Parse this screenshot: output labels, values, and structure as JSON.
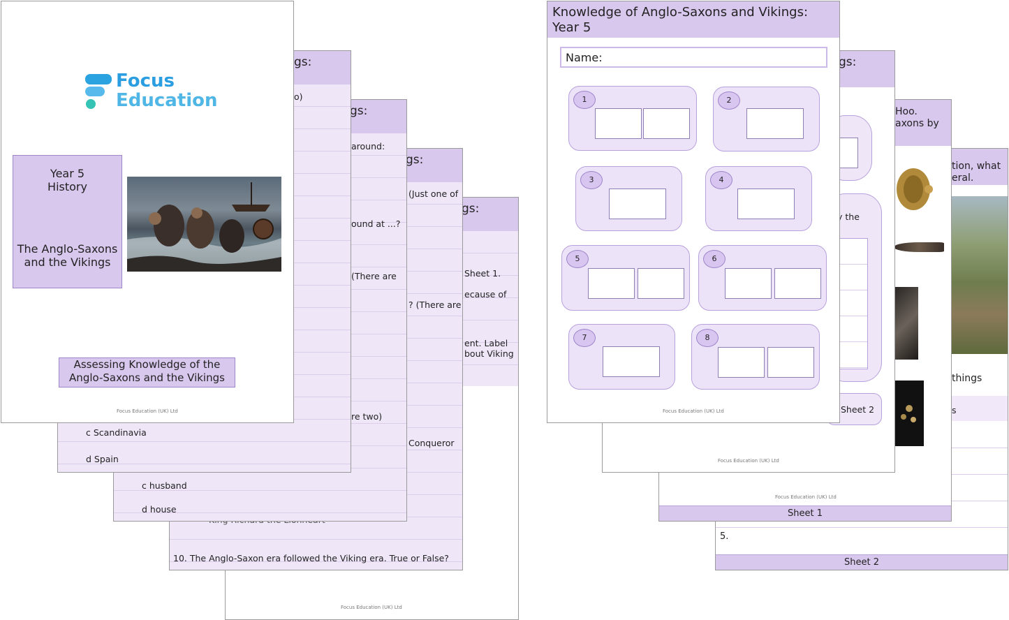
{
  "cover": {
    "logo_line1": "Focus",
    "logo_line2": "Education",
    "year": "Year 5",
    "subject": "History",
    "topic_line1": "The Anglo-Saxons",
    "topic_line2": "and the Vikings",
    "banner_line1": "Assessing Knowledge of the",
    "banner_line2": "Anglo-Saxons and the Vikings",
    "footer": "Focus Education (UK) Ltd"
  },
  "quiz_stack": {
    "page2": {
      "header_fragment": "gs:",
      "q1_fragment": "o)",
      "option_c": "c   Scandinavia",
      "option_d": "d   Spain"
    },
    "page3": {
      "header_fragment": "gs:",
      "text_a": "around:",
      "text_b": "ound at ...?",
      "text_c": "(There are",
      "text_d": "re two)",
      "option_c": "c   husband",
      "option_d": "d   house"
    },
    "page4": {
      "header_fragment": "gs:",
      "text_a": "(Just one of",
      "text_b": "? (There are",
      "text_c": "Conqueror",
      "text_d": "King Richard the Lionheart",
      "q10": "10.   The Anglo-Saxon era followed the Viking era. True or False?"
    },
    "page5": {
      "header_fragment": "gs:",
      "text_a": "Sheet 1.",
      "text_b": "ecause of",
      "text_c": "ent. Label",
      "text_d": "bout Viking",
      "footer": "Focus Education (UK) Ltd"
    }
  },
  "worksheet": {
    "title_line1": "Knowledge of Anglo-Saxons and Vikings:",
    "title_line2": "Year 5",
    "name_label": "Name:",
    "boxes": [
      "1",
      "2",
      "3",
      "4",
      "5",
      "6",
      "7",
      "8"
    ],
    "footer": "Focus Education (UK) Ltd"
  },
  "right_stack": {
    "sheetA": {
      "header_fragment": "gs:",
      "text_a": "y the",
      "sheet_label": "Sheet 2",
      "footer": "Focus Education (UK) Ltd"
    },
    "sheetB": {
      "text_a": "Hoo.",
      "text_b": "axons by",
      "footer": "Focus Education (UK) Ltd",
      "sheet_label": "Sheet 1"
    },
    "sheetC": {
      "text_a": "tion, what",
      "text_b": "eral.",
      "text_c": "things",
      "text_d": "s",
      "row5": "5.",
      "sheet_label": "Sheet 2"
    }
  },
  "colors": {
    "lavender": "#d9c8ee",
    "lavender_light": "#efe6f8",
    "logo_blue": "#2aa3e0",
    "logo_teal": "#35c3b5"
  }
}
